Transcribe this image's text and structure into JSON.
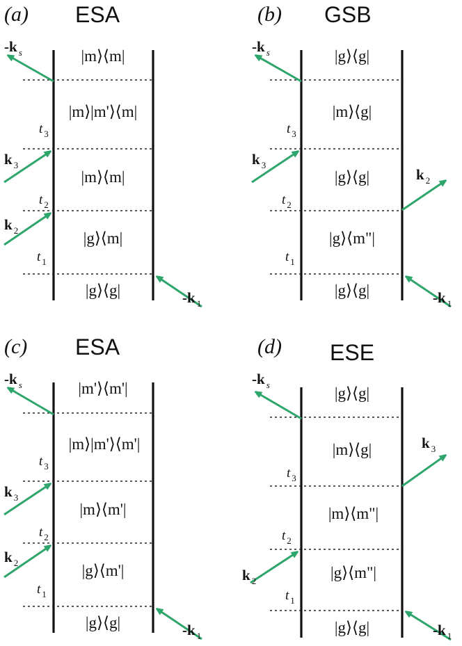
{
  "panels": [
    {
      "tag": "(a)",
      "title": "ESA",
      "states": [
        "|m⟩⟨m|",
        "|m⟩|m'⟩⟨m|",
        "|m⟩⟨m|",
        "|g⟩⟨m|",
        "|g⟩⟨g|"
      ],
      "times": [
        "t3",
        "t2",
        "t1"
      ],
      "waves": [
        "-ks",
        "k3",
        "k2",
        "-k1"
      ]
    },
    {
      "tag": "(b)",
      "title": "GSB",
      "states": [
        "|g⟩⟨g|",
        "|m⟩⟨g|",
        "|g⟩⟨g|",
        "|g⟩⟨m\"|",
        "|g⟩⟨g|"
      ],
      "times": [
        "t3",
        "t2",
        "t1"
      ],
      "waves": [
        "-ks",
        "k3",
        "k2",
        "-k1"
      ]
    },
    {
      "tag": "(c)",
      "title": "ESA",
      "states": [
        "|m'⟩⟨m'|",
        "|m⟩|m'⟩⟨m'|",
        "|m⟩⟨m'|",
        "|g⟩⟨m'|",
        "|g⟩⟨g|"
      ],
      "times": [
        "t3",
        "t2",
        "t1"
      ],
      "waves": [
        "-ks",
        "k3",
        "k2",
        "-k1"
      ]
    },
    {
      "tag": "(d)",
      "title": "ESE",
      "states": [
        "|g⟩⟨g|",
        "|m⟩⟨g|",
        "|m⟩⟨m\"|",
        "|g⟩⟨m\"|",
        "|g⟩⟨g|"
      ],
      "times": [
        "t3",
        "t2",
        "t1"
      ],
      "waves": [
        "-ks",
        "k3",
        "k2",
        "-k1"
      ]
    }
  ],
  "colors": {
    "arrow": "#2ea56b",
    "line": "#111111"
  }
}
